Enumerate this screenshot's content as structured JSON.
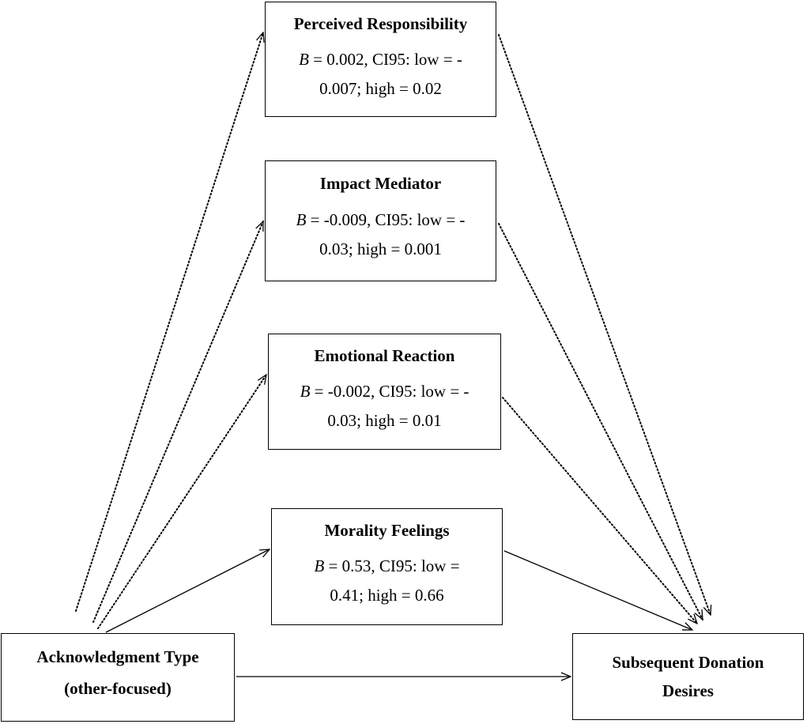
{
  "mediators": {
    "perceived_responsibility": {
      "title": "Perceived Responsibility",
      "b_label": "B",
      "stats_line1": " = 0.002, CI95: low = -",
      "stats_line2": "0.007; high = 0.02"
    },
    "impact_mediator": {
      "title": "Impact Mediator",
      "b_label": "B",
      "stats_line1": " = -0.009, CI95: low = -",
      "stats_line2": "0.03; high = 0.001"
    },
    "emotional_reaction": {
      "title": "Emotional Reaction",
      "b_label": "B",
      "stats_line1": " = -0.002, CI95: low = -",
      "stats_line2": "0.03; high = 0.01"
    },
    "morality_feelings": {
      "title": "Morality Feelings",
      "b_label": "B",
      "stats_line1": " = 0.53, CI95: low =",
      "stats_line2": "0.41; high = 0.66"
    }
  },
  "predictor": {
    "title": "Acknowledgment Type",
    "subtitle": "(other-focused)"
  },
  "outcome": {
    "title_line1": "Subsequent Donation",
    "title_line2": "Desires"
  },
  "paths": {
    "significant_style": "solid",
    "non_significant_style": "dotted",
    "line_color": "#000000"
  }
}
